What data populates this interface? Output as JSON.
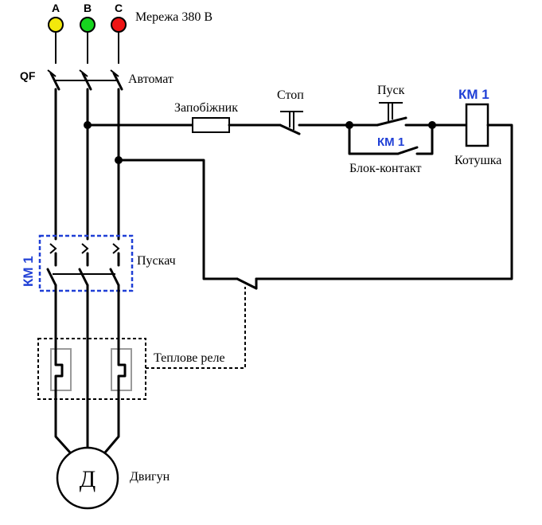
{
  "phases": [
    {
      "label": "A",
      "color": "#f2e80c"
    },
    {
      "label": "B",
      "color": "#16d41e"
    },
    {
      "label": "C",
      "color": "#ee1414"
    }
  ],
  "labels": {
    "network": "Мережа 380 В",
    "qf": "QF",
    "breaker": "Автомат",
    "fuse": "Запобіжник",
    "stop": "Стоп",
    "start": "Пуск",
    "km_coil": "КМ 1",
    "km_aux": "КМ 1",
    "aux_contact": "Блок-контакт",
    "coil": "Котушка",
    "km_starter": "КМ 1",
    "starter": "Пускач",
    "thermal_relay": "Теплове реле",
    "motor_symbol": "Д",
    "motor": "Двигун"
  },
  "colors": {
    "accent_blue": "#1f3fd6",
    "wire": "#000000",
    "relay_gray": "#9a9a9a"
  }
}
